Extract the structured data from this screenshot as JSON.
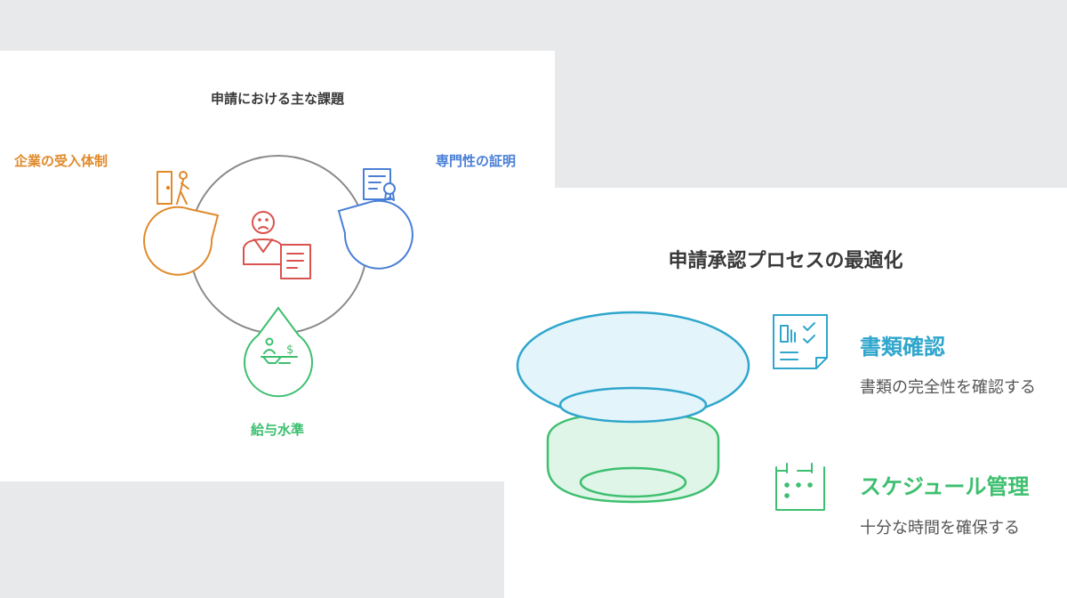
{
  "left_diagram": {
    "title": "申請における主な課題",
    "challenges": [
      {
        "label": "企業の受入体制",
        "icon": "door-person-icon",
        "color": "#e08a2b"
      },
      {
        "label": "専門性の証明",
        "icon": "certificate-icon",
        "color": "#4a7fd6"
      },
      {
        "label": "給与水準",
        "icon": "salary-scale-icon",
        "color": "#3dbf6f"
      }
    ],
    "center_icon": "worried-applicant-document-icon",
    "center_color": "#d9534f"
  },
  "right_diagram": {
    "title": "申請承認プロセスの最適化",
    "steps": [
      {
        "title": "書類確認",
        "description": "書類の完全性を確認する",
        "icon": "document-checklist-icon",
        "color": "#2fa6cc"
      },
      {
        "title": "スケジュール管理",
        "description": "十分な時間を確保する",
        "icon": "calendar-icon",
        "color": "#3dbf6f"
      }
    ]
  }
}
